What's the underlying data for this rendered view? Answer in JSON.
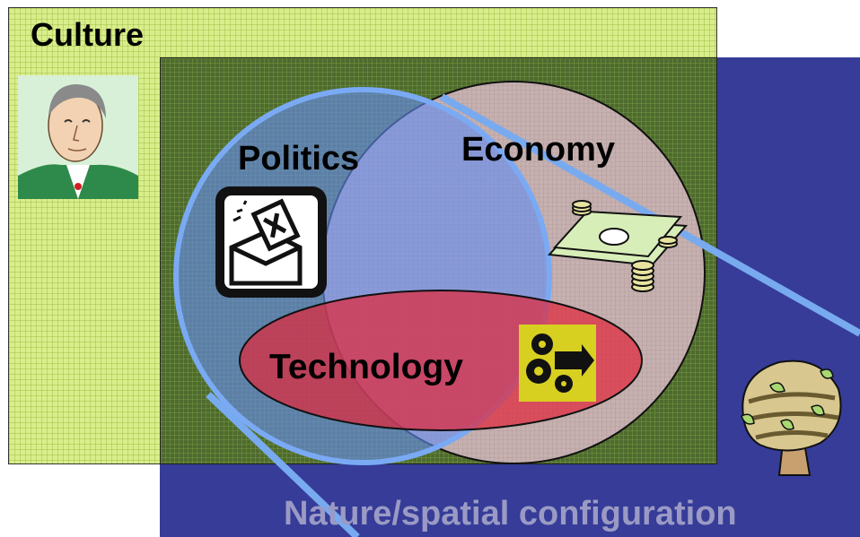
{
  "labels": {
    "culture": "Culture",
    "politics": "Politics",
    "economy": "Economy",
    "technology": "Technology",
    "nature": "Nature/spatial configuration"
  },
  "colors": {
    "culture_fill": "#d8ee8c",
    "nature_fill": "#363c98",
    "inner_fill": "#4f6a2e",
    "politics_circle": "#6fa0f0",
    "economy_circle": "#c8b4b4",
    "technology_ellipse": "#e03040"
  },
  "icons": {
    "portrait": "person-portrait-icon",
    "ballot": "ballot-box-icon",
    "money": "money-icon",
    "gears": "gears-icon",
    "tree": "tree-icon"
  }
}
